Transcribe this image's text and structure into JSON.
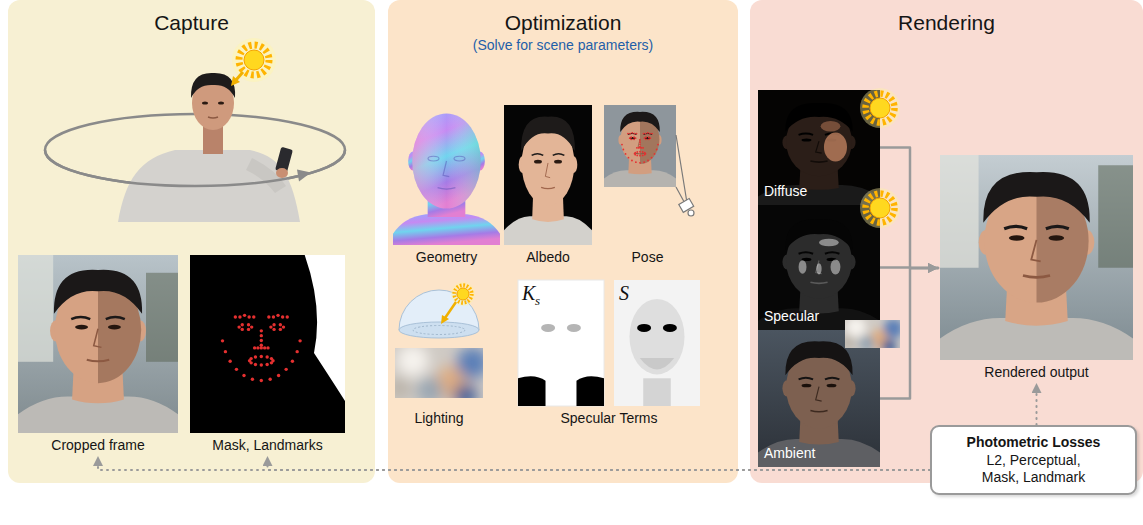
{
  "diagram": {
    "nodes": [
      {
        "text": [
          "Capture"
        ]
      },
      {
        "text": [
          "Cropped frame"
        ],
        "in": 0
      },
      {
        "text": [
          "Mask, Landmarks"
        ],
        "in": 0
      },
      {
        "text": [
          "Optimization",
          "(Solve for scene parameters)"
        ]
      },
      {
        "text": [
          "Geometry"
        ],
        "in": 3
      },
      {
        "text": [
          "Albedo"
        ],
        "in": 3
      },
      {
        "text": [
          "Pose"
        ],
        "in": 3
      },
      {
        "text": [
          "Lighting"
        ],
        "in": 3
      },
      {
        "text": [
          "Specular Terms"
        ],
        "in": 3
      },
      {
        "text": [
          "Rendering"
        ]
      },
      {
        "text": [
          "Diffuse"
        ],
        "in": 9
      },
      {
        "text": [
          "Specular"
        ],
        "in": 9
      },
      {
        "text": [
          "Ambient"
        ],
        "in": 9
      },
      {
        "text": [
          "Rendered output"
        ],
        "in": 9
      },
      {
        "text": [
          "Photometric Losses",
          "L2, Perceptual, Mask, Landmark"
        ]
      }
    ],
    "edges": [
      {
        "from": 10,
        "to": 13,
        "arrow": "to"
      },
      {
        "from": 11,
        "to": 13,
        "arrow": "to"
      },
      {
        "from": 12,
        "to": 13,
        "arrow": "to"
      },
      {
        "from": 14,
        "to": 13,
        "arrow": "to"
      },
      {
        "from": 14,
        "to": 1,
        "arrow": "to"
      },
      {
        "from": 14,
        "to": 2,
        "arrow": "to"
      }
    ],
    "labels": [
      "K",
      "s",
      "S"
    ]
  }
}
